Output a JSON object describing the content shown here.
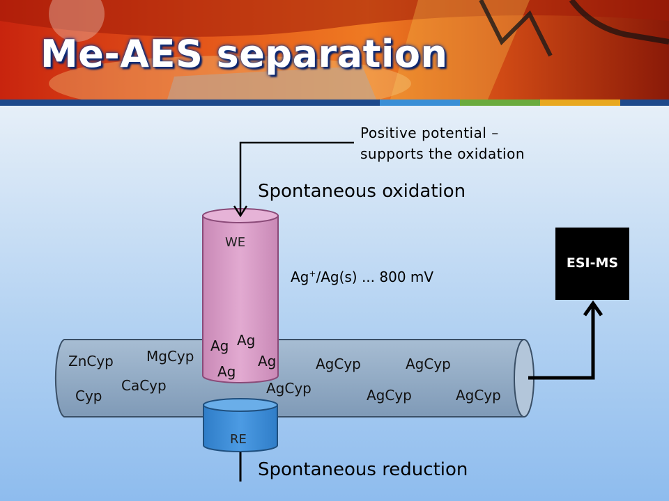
{
  "slide": {
    "title": "Me-AES separation",
    "stripe_colors": [
      "#1e4a8c",
      "#3a8fd6",
      "#6aab3e",
      "#e8a820",
      "#1e4a8c"
    ]
  },
  "annotation": {
    "line1": "Positive potential –",
    "line2": "supports the oxidation"
  },
  "labels": {
    "oxidation": "Spontaneous oxidation",
    "reduction": "Spontaneous reduction",
    "couple_main": "Ag",
    "couple_sup": "+",
    "couple_rest": "/Ag(s) ... 800 mV",
    "we": "WE",
    "re": "RE",
    "detector": "ESI-MS"
  },
  "species": [
    {
      "id": "zncyp",
      "text": "ZnCyp"
    },
    {
      "id": "mgcyp",
      "text": "MgCyp"
    },
    {
      "id": "cacyp",
      "text": "CaCyp"
    },
    {
      "id": "cyp",
      "text": "Cyp"
    },
    {
      "id": "ag1",
      "text": "Ag"
    },
    {
      "id": "ag2",
      "text": "Ag"
    },
    {
      "id": "ag3",
      "text": "Ag"
    },
    {
      "id": "ag4",
      "text": "Ag"
    },
    {
      "id": "agcyp1",
      "text": "AgCyp"
    },
    {
      "id": "agcyp2",
      "text": "AgCyp"
    },
    {
      "id": "agcyp3",
      "text": "AgCyp"
    },
    {
      "id": "agcyp4",
      "text": "AgCyp"
    },
    {
      "id": "agcyp5",
      "text": "AgCyp"
    }
  ],
  "colors": {
    "capillary_fill": "#8fa9c4",
    "we_fill": "#d59ac3",
    "re_fill": "#3f8fd8",
    "detector_fill": "#000000"
  }
}
